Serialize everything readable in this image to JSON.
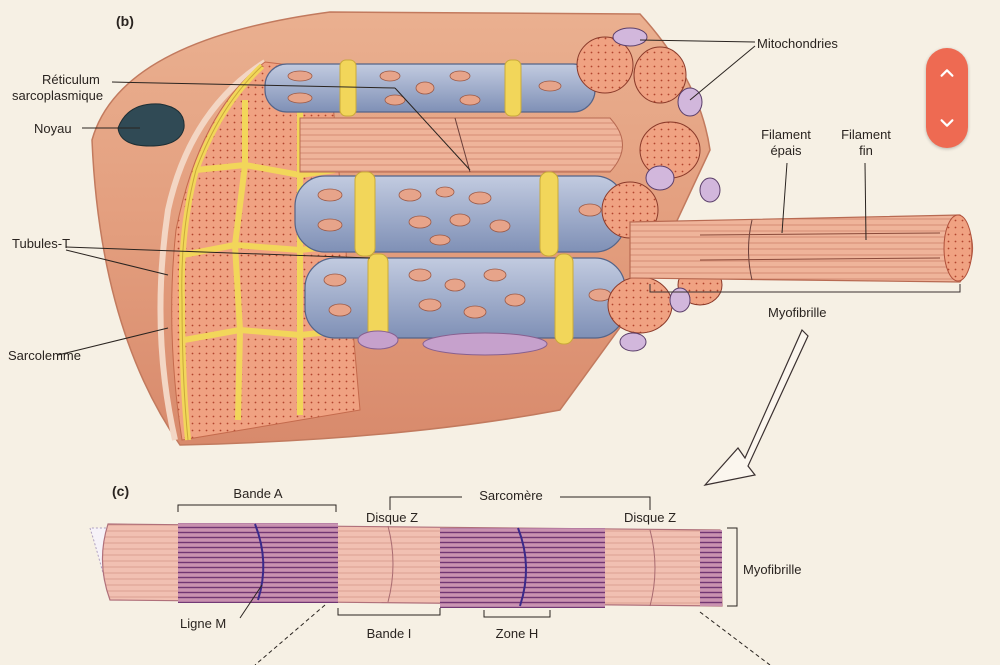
{
  "panel_b": {
    "tag": "(b)",
    "labels": {
      "reticulum_line1": "Réticulum",
      "reticulum_line2": "sarcoplasmique",
      "noyau": "Noyau",
      "tubules": "Tubules-T",
      "sarcolemme": "Sarcolemme",
      "mitochondries": "Mitochondries",
      "filament_epais_1": "Filament",
      "filament_epais_2": "épais",
      "filament_fin_1": "Filament",
      "filament_fin_2": "fin",
      "myofibrille": "Myofibrille"
    }
  },
  "panel_c": {
    "tag": "(c)",
    "labels": {
      "bande_a": "Bande A",
      "sarcomere": "Sarcomère",
      "disque_z_left": "Disque Z",
      "disque_z_right": "Disque Z",
      "myofibrille": "Myofibrille",
      "ligne_m": "Ligne M",
      "bande_i": "Bande I",
      "zone_h": "Zone H"
    }
  },
  "colors": {
    "muscle": "#e9a78a",
    "sr": "#9aa9c8",
    "ttubule": "#f2d65a",
    "band": "#7a4a86",
    "accent": "#ee6a52"
  },
  "nav": {
    "up_icon": "chevron-up-icon",
    "down_icon": "chevron-down-icon"
  }
}
